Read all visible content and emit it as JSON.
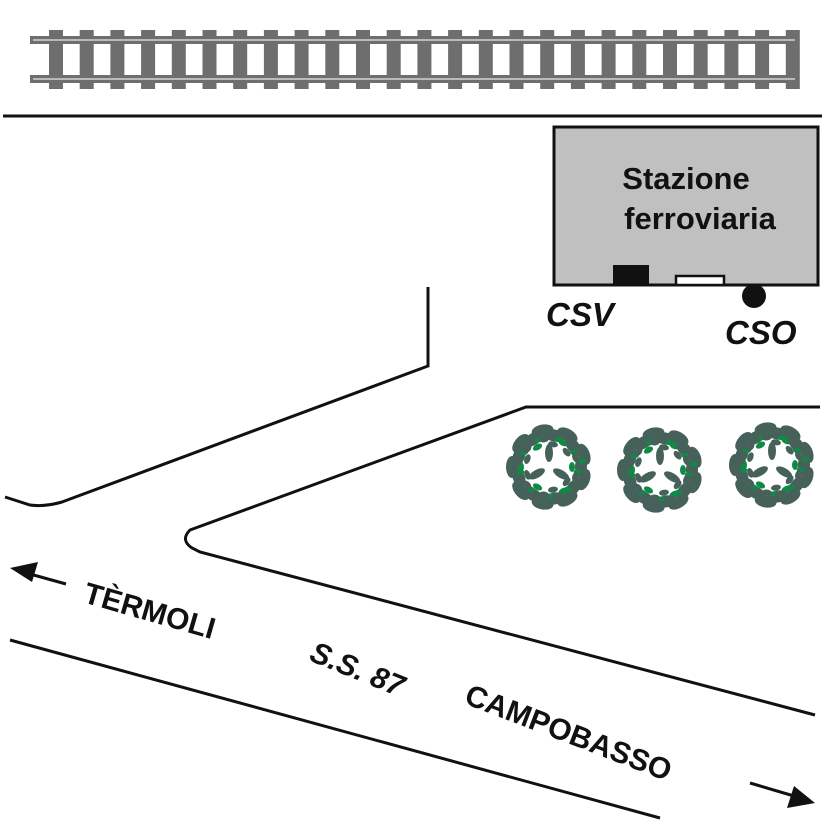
{
  "title": "Station area map",
  "colors": {
    "track": "#6e6e6e",
    "rail_highlight": "#e8e8e8",
    "station_fill": "#c0c0c0",
    "line": "#111111",
    "tree_dark": "#46605a",
    "tree_green": "#0f8a45"
  },
  "station": {
    "name_line1": "Stazione",
    "name_line2": "ferroviaria"
  },
  "markers": {
    "csv_label": "CSV",
    "cso_label": "CSO"
  },
  "road": {
    "left_destination": "TÈRMOLI",
    "route_name": "S.S. 87",
    "right_destination": "CAMPOBASSO",
    "left_arrow_icon": "arrow-left-icon",
    "right_arrow_icon": "arrow-right-icon"
  },
  "trees": {
    "count": 3,
    "icon": "tree-icon"
  },
  "railway": {
    "icon": "railway-track-icon"
  }
}
